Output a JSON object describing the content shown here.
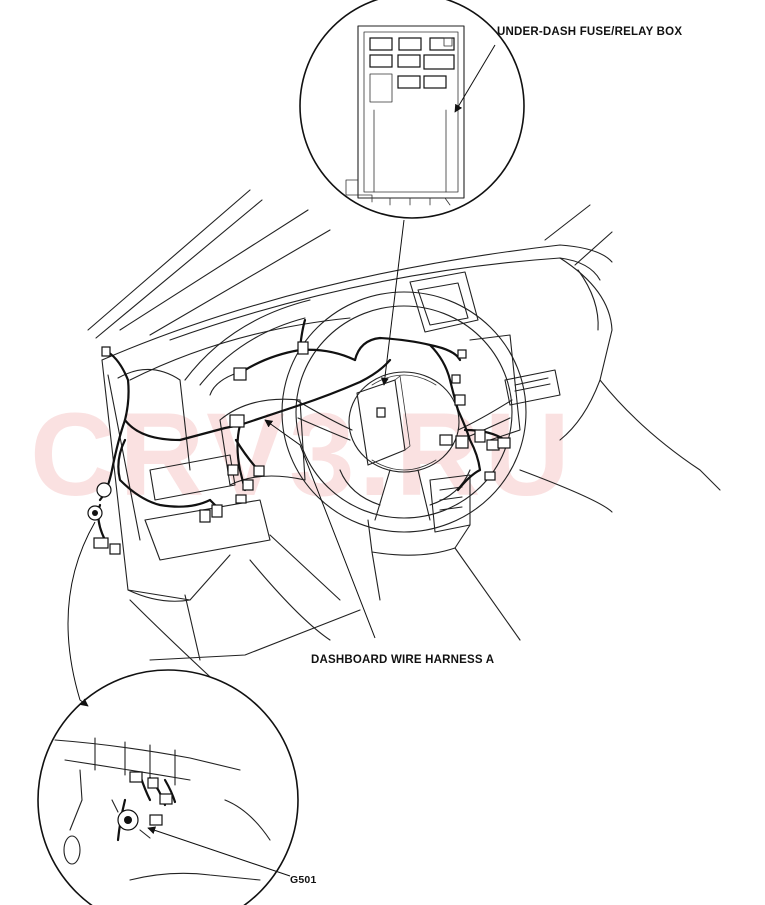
{
  "watermark": "CRV3.RU",
  "labels": {
    "fuse_box": "UNDER-DASH FUSE/RELAY BOX",
    "harness": "DASHBOARD WIRE HARNESS A",
    "ground": "G501"
  }
}
